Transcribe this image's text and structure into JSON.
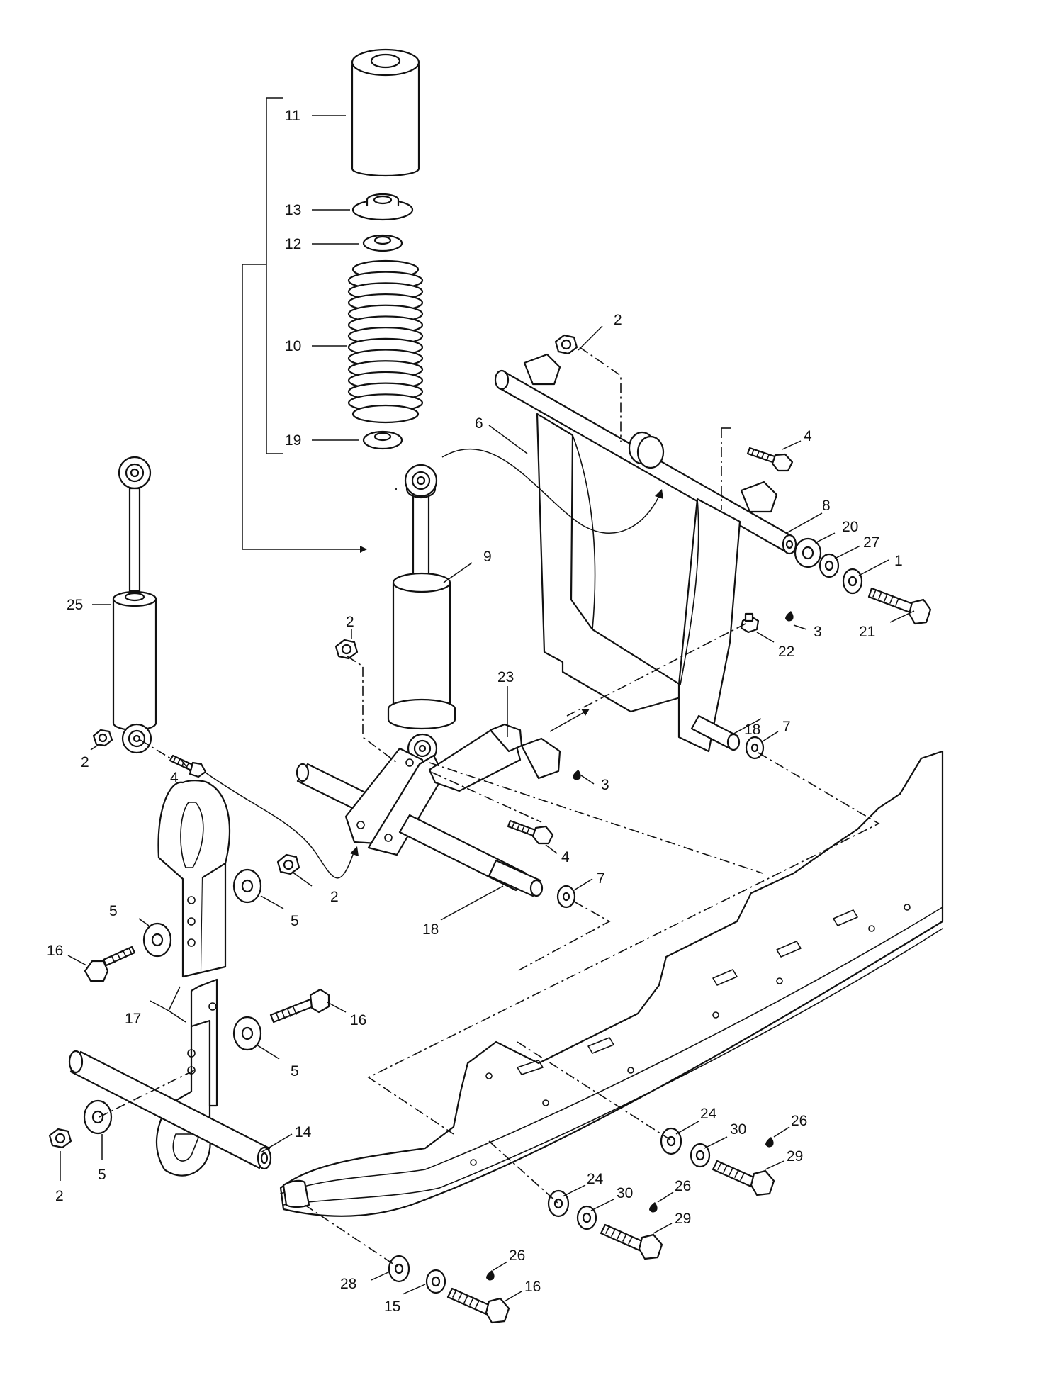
{
  "diagram": {
    "colors": {
      "ink": "#111111",
      "paper": "#ffffff"
    },
    "callouts": [
      {
        "id": "c11",
        "text": "11"
      },
      {
        "id": "c13",
        "text": "13"
      },
      {
        "id": "c12",
        "text": "12"
      },
      {
        "id": "c10",
        "text": "10"
      },
      {
        "id": "c19",
        "text": "19"
      },
      {
        "id": "c25",
        "text": "25"
      },
      {
        "id": "c2a",
        "text": "2"
      },
      {
        "id": "c4a",
        "text": "4"
      },
      {
        "id": "c9",
        "text": "9"
      },
      {
        "id": "c2b",
        "text": "2"
      },
      {
        "id": "c23",
        "text": "23"
      },
      {
        "id": "c2c",
        "text": "2"
      },
      {
        "id": "c6",
        "text": "6"
      },
      {
        "id": "c4b",
        "text": "4"
      },
      {
        "id": "c8",
        "text": "8"
      },
      {
        "id": "c20",
        "text": "20"
      },
      {
        "id": "c27",
        "text": "27"
      },
      {
        "id": "c1",
        "text": "1"
      },
      {
        "id": "c21",
        "text": "21"
      },
      {
        "id": "c3a",
        "text": "3"
      },
      {
        "id": "c22",
        "text": "22"
      },
      {
        "id": "c18a",
        "text": "18"
      },
      {
        "id": "c7a",
        "text": "7"
      },
      {
        "id": "c3b",
        "text": "3"
      },
      {
        "id": "c4c",
        "text": "4"
      },
      {
        "id": "c7b",
        "text": "7"
      },
      {
        "id": "c18b",
        "text": "18"
      },
      {
        "id": "c2d",
        "text": "2"
      },
      {
        "id": "c5a",
        "text": "5"
      },
      {
        "id": "c5b",
        "text": "5"
      },
      {
        "id": "c16a",
        "text": "16"
      },
      {
        "id": "c17",
        "text": "17"
      },
      {
        "id": "c16b",
        "text": "16"
      },
      {
        "id": "c5c",
        "text": "5"
      },
      {
        "id": "c14",
        "text": "14"
      },
      {
        "id": "c2e",
        "text": "2"
      },
      {
        "id": "c5d",
        "text": "5"
      },
      {
        "id": "c24a",
        "text": "24"
      },
      {
        "id": "c30a",
        "text": "30"
      },
      {
        "id": "c26a",
        "text": "26"
      },
      {
        "id": "c29a",
        "text": "29"
      },
      {
        "id": "c24b",
        "text": "24"
      },
      {
        "id": "c30b",
        "text": "30"
      },
      {
        "id": "c26b",
        "text": "26"
      },
      {
        "id": "c29b",
        "text": "29"
      },
      {
        "id": "c28",
        "text": "28"
      },
      {
        "id": "c26c",
        "text": "26"
      },
      {
        "id": "c15",
        "text": "15"
      },
      {
        "id": "c16c",
        "text": "16"
      }
    ]
  }
}
